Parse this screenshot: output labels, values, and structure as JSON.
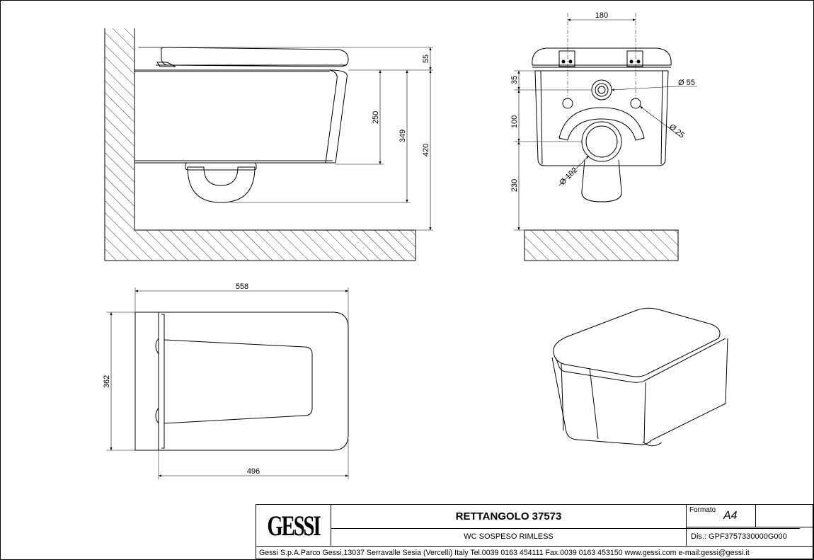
{
  "title_block": {
    "logo": "GESSI",
    "title": "RETTANGOLO 37573",
    "subtitle": "WC SOSPESO RIMLESS",
    "format_label": "Formato",
    "format_value": "A4",
    "drawing_number": "Dis.: GPF3757330000G000",
    "footer": "Gessi S.p.A.Parco Gessi,13037 Serravalle Sesia (Vercelli) Italy Tel.0039 0163 454111 Fax.0039 0163 453150 www.gessi.com e-mail:gessi@gessi.it"
  },
  "side_view": {
    "dims": {
      "lid_thickness": "55",
      "bowl_height": "250",
      "outlet_height": "349",
      "overall_height": "420"
    }
  },
  "front_view": {
    "dims": {
      "fixing_spacing": "180",
      "fixing_top": "35",
      "inlet_dia": "Ø 55",
      "fixing_dia": "Ø 25",
      "inlet_to_outlet": "100",
      "outlet_dia": "Ø 102",
      "outlet_to_floor": "230"
    }
  },
  "top_view": {
    "dims": {
      "overall_length": "558",
      "overall_width": "362",
      "bowl_length": "496"
    }
  },
  "icons": {
    "projection": "first-angle-projection-icon"
  },
  "colors": {
    "line": "#000000",
    "hatch": "#333333"
  }
}
